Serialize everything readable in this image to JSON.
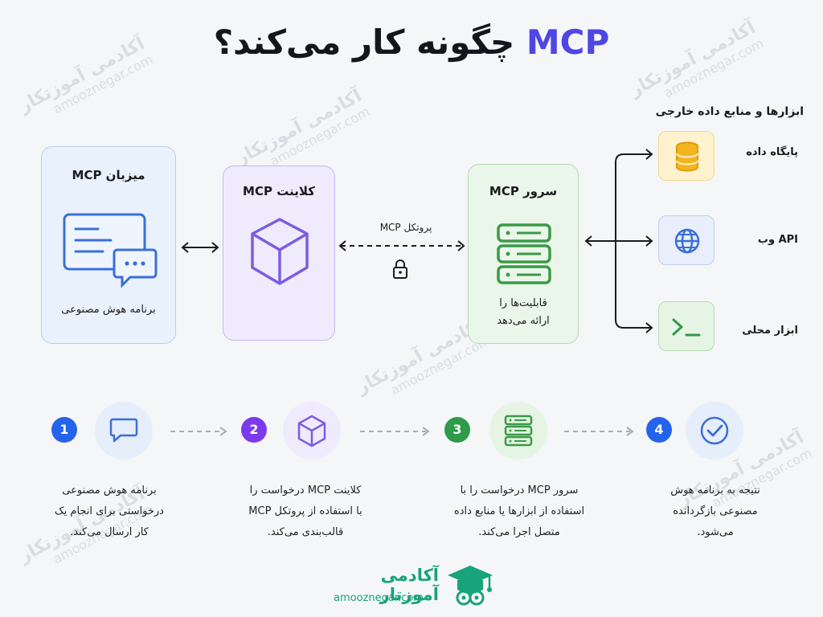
{
  "title": {
    "accent": "MCP",
    "text": "چگونه کار می‌کند؟"
  },
  "host": {
    "title": "میزبان MCP",
    "subtitle": "برنامه هوش مصنوعی"
  },
  "client": {
    "title": "کلاینت MCP"
  },
  "protocol": {
    "label": "پروتکل MCP"
  },
  "server": {
    "title": "سرور MCP",
    "subtitle_line1": "قابلیت‌ها را",
    "subtitle_line2": "ارائه می‌دهد"
  },
  "tools": {
    "heading": "ابزارها و منابع داده خارجی",
    "items": [
      {
        "label": "پایگاه داده",
        "icon": "database-icon",
        "color": "#f3b51f"
      },
      {
        "label": "API وب",
        "icon": "globe-icon",
        "color": "#3b6fd8"
      },
      {
        "label": "ابزار محلی",
        "icon": "terminal-icon",
        "color": "#2f9a4a"
      }
    ]
  },
  "steps": [
    {
      "number": "1",
      "color": "#2563eb",
      "icon": "chat-bubble-icon",
      "lines": [
        "برنامه هوش مصنوعی",
        "درخواستی برای انجام یک",
        "کار ارسال می‌کند."
      ]
    },
    {
      "number": "2",
      "color": "#7c3aed",
      "icon": "cube-icon",
      "lines": [
        "کلاینت MCP درخواست را",
        "با استفاده از پروتکل MCP",
        "قالب‌بندی می‌کند."
      ]
    },
    {
      "number": "3",
      "color": "#2f9a4a",
      "icon": "server-icon",
      "lines": [
        "سرور MCP درخواست را با",
        "استفاده از ابزارها یا منابع داده",
        "متصل اجرا می‌کند."
      ]
    },
    {
      "number": "4",
      "color": "#2563eb",
      "icon": "check-circle-icon",
      "lines": [
        "نتیجه به برنامه هوش",
        "مصنوعی بازگردانده",
        "می‌شود."
      ]
    }
  ],
  "footer": {
    "brand": "آکادمی آموزتار",
    "url": "amooznegar.com"
  },
  "watermark": {
    "brand": "آکادمی آموزتکار",
    "url": "amooznegar.com"
  },
  "colors": {
    "accent": "#4f46e5",
    "host": "#3b6fd8",
    "client": "#7c5ce0",
    "server": "#3a9a46",
    "brand": "#18a37a"
  }
}
